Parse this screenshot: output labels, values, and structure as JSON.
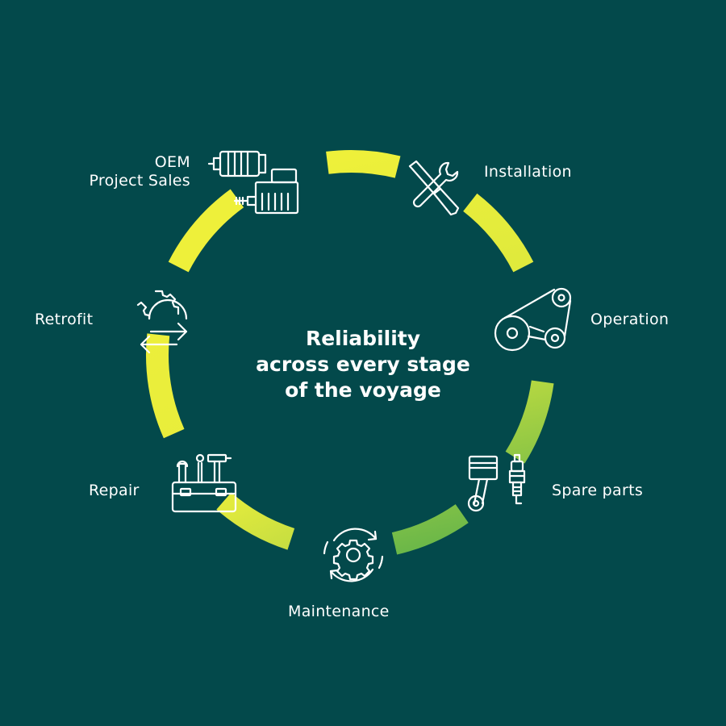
{
  "colors": {
    "background": "#03494b",
    "segment_yellow": "#eef03a",
    "segment_green": "#5fb24a",
    "line": "#ffffff"
  },
  "center": {
    "line1": "Reliability",
    "line2": "across every stage",
    "line3": "of the voyage"
  },
  "stages": [
    {
      "key": "oem",
      "line1": "OEM",
      "line2": "Project Sales",
      "icon": "motor-engine-icon"
    },
    {
      "key": "installation",
      "line1": "Installation",
      "icon": "wrench-screwdriver-icon"
    },
    {
      "key": "operation",
      "line1": "Operation",
      "icon": "belt-pulley-icon"
    },
    {
      "key": "spare_parts",
      "line1": "Spare parts",
      "icon": "piston-spark-plug-icon"
    },
    {
      "key": "maintenance",
      "line1": "Maintenance",
      "icon": "gear-cycle-icon"
    },
    {
      "key": "repair",
      "line1": "Repair",
      "icon": "toolbox-icon"
    },
    {
      "key": "retrofit",
      "line1": "Retrofit",
      "icon": "gear-arrows-icon"
    }
  ]
}
